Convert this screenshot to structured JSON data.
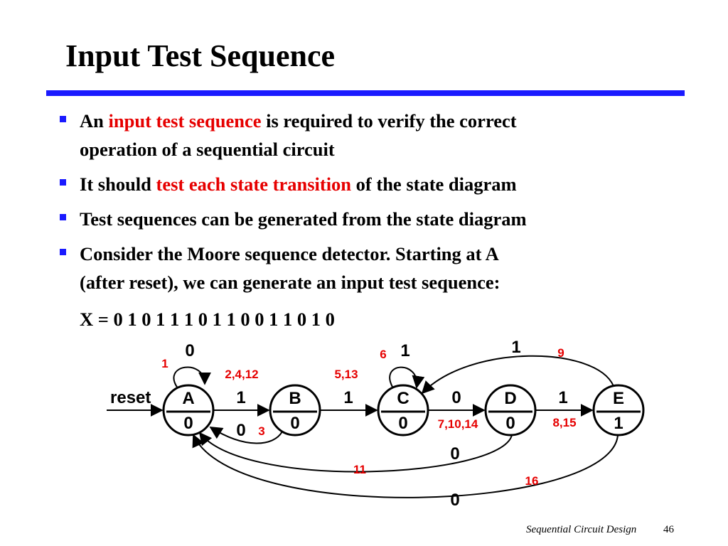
{
  "slide": {
    "title": "Input Test Sequence",
    "bullets": [
      {
        "parts": [
          "An ",
          "input test sequence",
          " is required to verify the correct"
        ],
        "line2": "operation of a sequential circuit"
      },
      {
        "parts": [
          "It should ",
          "test each state transition",
          " of the state diagram"
        ]
      },
      {
        "text": "Test sequences can be generated from the state diagram"
      },
      {
        "line1": "Consider the Moore sequence detector. Starting at A",
        "line2": "(after reset), we can generate an input test sequence:"
      }
    ],
    "sequence": "X = 0 1 0 1 1 1 0 1 1 0 0 1 1 0 1 0",
    "footer": "Sequential Circuit Design",
    "page_number": "46"
  },
  "colors": {
    "accent_blue": "#1a1aff",
    "highlight_red": "#e60000"
  },
  "diagram": {
    "reset_label": "reset",
    "states": [
      {
        "name": "A",
        "output": "0"
      },
      {
        "name": "B",
        "output": "0"
      },
      {
        "name": "C",
        "output": "0"
      },
      {
        "name": "D",
        "output": "0"
      },
      {
        "name": "E",
        "output": "1"
      }
    ],
    "transitions": {
      "a_self": {
        "input": "0",
        "steps": "1"
      },
      "a_b": {
        "input": "1",
        "steps": "2,4,12"
      },
      "b_a": {
        "input": "0",
        "steps": "3"
      },
      "b_c": {
        "input": "1",
        "steps": "5,13"
      },
      "c_self": {
        "input": "1",
        "steps": "6"
      },
      "c_d": {
        "input": "0",
        "steps": "7,10,14"
      },
      "d_e": {
        "input": "1",
        "steps": "8,15"
      },
      "e_c": {
        "input": "1",
        "steps": "9"
      },
      "d_a": {
        "input": "0",
        "steps": "11"
      },
      "e_a": {
        "input": "0",
        "steps": "16"
      }
    }
  }
}
